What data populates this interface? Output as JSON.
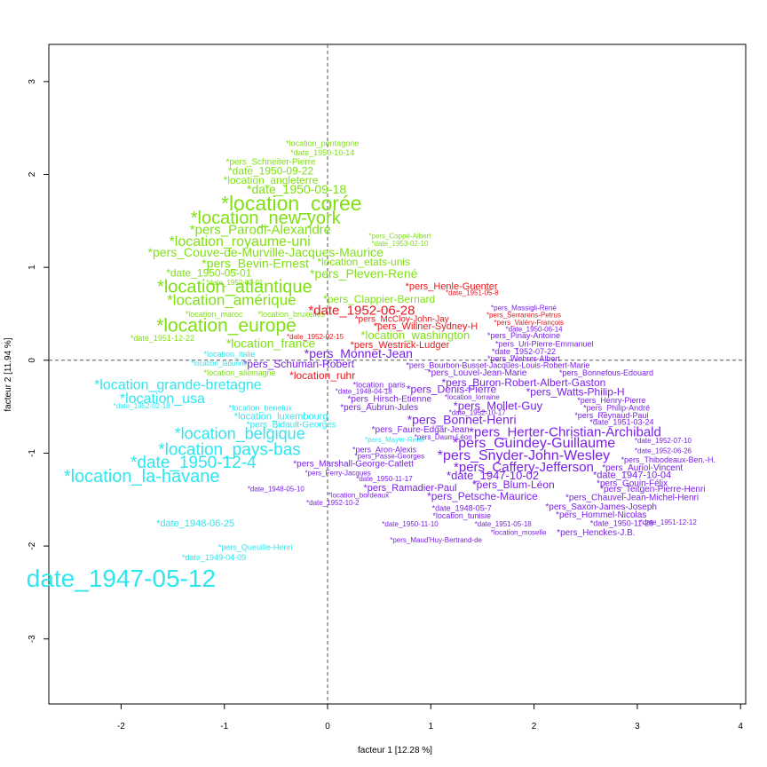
{
  "chart_data": {
    "type": "scatter",
    "title": "",
    "xlabel": "facteur 1 [12.28 %]",
    "ylabel": "facteur 2 [11.94 %]",
    "xlim": [
      -2.7,
      4.05
    ],
    "ylim": [
      -3.7,
      3.4
    ],
    "xticks": [
      -2,
      -1,
      0,
      1,
      2,
      3,
      4
    ],
    "yticks": [
      -3,
      -2,
      -1,
      0,
      1,
      2,
      3
    ],
    "reference_lines": [
      {
        "axis": "x",
        "value": 0,
        "style": "dashed"
      },
      {
        "axis": "y",
        "value": 0,
        "style": "dashed"
      }
    ],
    "colors": {
      "green": "#7fe014",
      "red": "#e8171c",
      "cyan": "#2ee6ee",
      "purple": "#7a20e8",
      "axis": "#000000",
      "refline": "#555555"
    },
    "points": [
      {
        "label": "*location_pentagone",
        "x": -0.05,
        "y": 2.33,
        "color": "green",
        "size": 9
      },
      {
        "label": "*date_1950-10-14",
        "x": -0.05,
        "y": 2.23,
        "color": "green",
        "size": 9
      },
      {
        "label": "*pers_Schneiter-Pierre",
        "x": -0.55,
        "y": 2.13,
        "color": "green",
        "size": 10
      },
      {
        "label": "*date_1950-09-22",
        "x": -0.55,
        "y": 2.03,
        "color": "green",
        "size": 12
      },
      {
        "label": "*location_angleterre",
        "x": -0.55,
        "y": 1.93,
        "color": "green",
        "size": 12
      },
      {
        "label": "*date_1950-09-18",
        "x": -0.3,
        "y": 1.83,
        "color": "green",
        "size": 14
      },
      {
        "label": "*location_corée",
        "x": -0.35,
        "y": 1.67,
        "color": "green",
        "size": 23
      },
      {
        "label": "*location_new-york",
        "x": -0.6,
        "y": 1.52,
        "color": "green",
        "size": 20
      },
      {
        "label": "*pers_Parodi-Alexandre",
        "x": -0.65,
        "y": 1.4,
        "color": "green",
        "size": 15
      },
      {
        "label": "*location_royaume-uni",
        "x": -0.85,
        "y": 1.27,
        "color": "green",
        "size": 16
      },
      {
        "label": "*pers_Couve-de-Murville-Jacques-Maurice",
        "x": -0.6,
        "y": 1.15,
        "color": "green",
        "size": 14
      },
      {
        "label": "*pers_Bevin-Ernest",
        "x": -0.7,
        "y": 1.03,
        "color": "green",
        "size": 14
      },
      {
        "label": "*date_1950-05-01",
        "x": -1.15,
        "y": 0.93,
        "color": "green",
        "size": 12
      },
      {
        "label": "*location_atlantique",
        "x": -0.9,
        "y": 0.78,
        "color": "green",
        "size": 20
      },
      {
        "label": "*location_amérique",
        "x": -0.93,
        "y": 0.64,
        "color": "green",
        "size": 17
      },
      {
        "label": "*location_europe",
        "x": -0.98,
        "y": 0.36,
        "color": "green",
        "size": 21
      },
      {
        "label": "*location_etats-unis",
        "x": 0.35,
        "y": 1.05,
        "color": "green",
        "size": 12
      },
      {
        "label": "*pers_Pleven-René",
        "x": 0.35,
        "y": 0.92,
        "color": "green",
        "size": 14
      },
      {
        "label": "*pers_Clappier-Bernard",
        "x": 0.5,
        "y": 0.65,
        "color": "green",
        "size": 12
      },
      {
        "label": "*location_washington",
        "x": 0.85,
        "y": 0.26,
        "color": "green",
        "size": 13
      },
      {
        "label": "*location_france",
        "x": -0.55,
        "y": 0.17,
        "color": "green",
        "size": 14
      },
      {
        "label": "*location_maroc",
        "x": -1.1,
        "y": 0.49,
        "color": "green",
        "size": 9
      },
      {
        "label": "*location_bruxelles",
        "x": -0.35,
        "y": 0.49,
        "color": "green",
        "size": 9
      },
      {
        "label": "*date_1952-02-01",
        "x": -0.9,
        "y": 0.83,
        "color": "green",
        "size": 8
      },
      {
        "label": "*date_1951-12-22",
        "x": -1.6,
        "y": 0.23,
        "color": "green",
        "size": 9
      },
      {
        "label": "*pers_Coppé-Albert",
        "x": 0.7,
        "y": 1.33,
        "color": "green",
        "size": 8
      },
      {
        "label": "*date_1953-02-10",
        "x": 0.7,
        "y": 1.25,
        "color": "green",
        "size": 8
      },
      {
        "label": "*location_allemagne",
        "x": -0.85,
        "y": -0.14,
        "color": "green",
        "size": 9
      },
      {
        "label": "*pers_Henle-Guenter",
        "x": 1.2,
        "y": 0.79,
        "color": "red",
        "size": 11
      },
      {
        "label": "*date_1951-05-8",
        "x": 1.4,
        "y": 0.72,
        "color": "red",
        "size": 8
      },
      {
        "label": "*date_1952-06-28",
        "x": 0.33,
        "y": 0.53,
        "color": "red",
        "size": 15
      },
      {
        "label": "*pers_McCloy-John-Jay",
        "x": 0.72,
        "y": 0.44,
        "color": "red",
        "size": 10
      },
      {
        "label": "*pers_Serrarens-Petrus",
        "x": 1.9,
        "y": 0.48,
        "color": "red",
        "size": 8
      },
      {
        "label": "*pers_Valéry-François",
        "x": 1.95,
        "y": 0.4,
        "color": "red",
        "size": 8
      },
      {
        "label": "*pers_Willner-Sydney-H",
        "x": 0.95,
        "y": 0.36,
        "color": "red",
        "size": 11
      },
      {
        "label": "*date_1952-02-15",
        "x": -0.12,
        "y": 0.25,
        "color": "red",
        "size": 8
      },
      {
        "label": "*pers_Westrick-Ludger",
        "x": 0.7,
        "y": 0.16,
        "color": "red",
        "size": 11
      },
      {
        "label": "*location_ruhr",
        "x": -0.05,
        "y": -0.17,
        "color": "red",
        "size": 12
      },
      {
        "label": "*pers_Massigli-René",
        "x": 1.9,
        "y": 0.56,
        "color": "purple",
        "size": 8
      },
      {
        "label": "*date_1950-06-14",
        "x": 2.0,
        "y": 0.33,
        "color": "purple",
        "size": 8
      },
      {
        "label": "*pers_Pinay-Antoine",
        "x": 1.9,
        "y": 0.26,
        "color": "purple",
        "size": 9
      },
      {
        "label": "*pers_Uri-Pierre-Emmanuel",
        "x": 2.1,
        "y": 0.17,
        "color": "purple",
        "size": 9
      },
      {
        "label": "*date_1952-07-22",
        "x": 1.9,
        "y": 0.09,
        "color": "purple",
        "size": 9
      },
      {
        "label": "*pers_Wehrer-Albert",
        "x": 1.9,
        "y": 0.01,
        "color": "purple",
        "size": 9
      },
      {
        "label": "*pers_Monnet-Jean",
        "x": 0.3,
        "y": 0.06,
        "color": "purple",
        "size": 14
      },
      {
        "label": "*pers_Schuman-Robert",
        "x": -0.28,
        "y": -0.05,
        "color": "purple",
        "size": 12
      },
      {
        "label": "*pers_Bourbon-Busset-Jacques-Louis-Robert-Marie",
        "x": 1.65,
        "y": -0.06,
        "color": "purple",
        "size": 9
      },
      {
        "label": "*pers_Louvel-Jean-Marie",
        "x": 1.45,
        "y": -0.14,
        "color": "purple",
        "size": 10
      },
      {
        "label": "*pers_Bonnefous-Edouard",
        "x": 2.7,
        "y": -0.14,
        "color": "purple",
        "size": 9
      },
      {
        "label": "*pers_Buron-Robert-Albert-Gaston",
        "x": 1.9,
        "y": -0.25,
        "color": "purple",
        "size": 12
      },
      {
        "label": "*location_paris",
        "x": 0.5,
        "y": -0.27,
        "color": "purple",
        "size": 9
      },
      {
        "label": "*date_1948-04-18",
        "x": 0.35,
        "y": -0.34,
        "color": "purple",
        "size": 8
      },
      {
        "label": "*pers_Denis-Pierre",
        "x": 1.2,
        "y": -0.32,
        "color": "purple",
        "size": 12
      },
      {
        "label": "*pers_Watts-Philip-H",
        "x": 2.4,
        "y": -0.35,
        "color": "purple",
        "size": 12
      },
      {
        "label": "*pers_Hirsch-Etienne",
        "x": 0.6,
        "y": -0.42,
        "color": "purple",
        "size": 10
      },
      {
        "label": "*location_lorraine",
        "x": 1.4,
        "y": -0.4,
        "color": "purple",
        "size": 8
      },
      {
        "label": "*pers_Henry-Pierre",
        "x": 2.75,
        "y": -0.44,
        "color": "purple",
        "size": 9
      },
      {
        "label": "*pers_Mollet-Guy",
        "x": 1.65,
        "y": -0.5,
        "color": "purple",
        "size": 13
      },
      {
        "label": "*pers_Aubrun-Jules",
        "x": 0.5,
        "y": -0.51,
        "color": "purple",
        "size": 10
      },
      {
        "label": "*pers_Philip-André",
        "x": 2.8,
        "y": -0.52,
        "color": "purple",
        "size": 9
      },
      {
        "label": "*date_1952-10-17",
        "x": 1.45,
        "y": -0.57,
        "color": "purple",
        "size": 8
      },
      {
        "label": "*pers_Reynaud-Paul",
        "x": 2.75,
        "y": -0.6,
        "color": "purple",
        "size": 9
      },
      {
        "label": "*pers_Bonnet-Henri",
        "x": 1.3,
        "y": -0.65,
        "color": "purple",
        "size": 14
      },
      {
        "label": "*date_1951-03-24",
        "x": 2.85,
        "y": -0.67,
        "color": "purple",
        "size": 9
      },
      {
        "label": "*pers_Faure-Edgar-Jean",
        "x": 0.9,
        "y": -0.75,
        "color": "purple",
        "size": 10
      },
      {
        "label": "*pers_Herter-Christian-Archibald",
        "x": 2.3,
        "y": -0.78,
        "color": "purple",
        "size": 15
      },
      {
        "label": "*pers_Daum-Léon",
        "x": 1.12,
        "y": -0.83,
        "color": "purple",
        "size": 8
      },
      {
        "label": "*pers_Guindey-Guillaume",
        "x": 2.0,
        "y": -0.9,
        "color": "purple",
        "size": 16
      },
      {
        "label": "*date_1952-07-10",
        "x": 3.25,
        "y": -0.87,
        "color": "purple",
        "size": 8
      },
      {
        "label": "*pers_Aron-Alexis",
        "x": 0.55,
        "y": -0.97,
        "color": "purple",
        "size": 9
      },
      {
        "label": "*pers_Passe-Georges",
        "x": 0.6,
        "y": -1.04,
        "color": "purple",
        "size": 8
      },
      {
        "label": "*pers_Snyder-John-Wesley",
        "x": 1.9,
        "y": -1.03,
        "color": "purple",
        "size": 16
      },
      {
        "label": "*date_1952-06-26",
        "x": 3.25,
        "y": -0.98,
        "color": "purple",
        "size": 8
      },
      {
        "label": "*pers_Thibodeaux-Ben.-H.",
        "x": 3.3,
        "y": -1.08,
        "color": "purple",
        "size": 9
      },
      {
        "label": "*pers_Marshall-George-Catlett",
        "x": 0.25,
        "y": -1.12,
        "color": "purple",
        "size": 10
      },
      {
        "label": "*pers_Caffery-Jefferson",
        "x": 1.9,
        "y": -1.16,
        "color": "purple",
        "size": 15
      },
      {
        "label": "*pers_Auriol-Vincent",
        "x": 3.05,
        "y": -1.16,
        "color": "purple",
        "size": 10
      },
      {
        "label": "*pers_Ferry-Jacques",
        "x": 0.1,
        "y": -1.22,
        "color": "purple",
        "size": 8
      },
      {
        "label": "*date_1950-11-17",
        "x": 0.55,
        "y": -1.28,
        "color": "purple",
        "size": 8
      },
      {
        "label": "*date_1947-10-02",
        "x": 1.6,
        "y": -1.25,
        "color": "purple",
        "size": 13
      },
      {
        "label": "*date_1947-10-04",
        "x": 2.95,
        "y": -1.24,
        "color": "purple",
        "size": 11
      },
      {
        "label": "*pers_Gouin-Félix",
        "x": 2.95,
        "y": -1.33,
        "color": "purple",
        "size": 10
      },
      {
        "label": "*pers_Blum-Léon",
        "x": 1.8,
        "y": -1.35,
        "color": "purple",
        "size": 12
      },
      {
        "label": "*pers_Teitgen-Pierre-Henri",
        "x": 3.15,
        "y": -1.39,
        "color": "purple",
        "size": 10
      },
      {
        "label": "*pers_Ramadier-Paul",
        "x": 0.8,
        "y": -1.38,
        "color": "purple",
        "size": 11
      },
      {
        "label": "*pers_Petsche-Maurice",
        "x": 1.5,
        "y": -1.47,
        "color": "purple",
        "size": 12
      },
      {
        "label": "*pers_Chauvel-Jean-Michel-Henri",
        "x": 2.95,
        "y": -1.48,
        "color": "purple",
        "size": 10
      },
      {
        "label": "*location_bordeaux",
        "x": 0.3,
        "y": -1.46,
        "color": "purple",
        "size": 8
      },
      {
        "label": "*date_1952-10-2",
        "x": 0.05,
        "y": -1.54,
        "color": "purple",
        "size": 8
      },
      {
        "label": "*pers_Saxon-James-Joseph",
        "x": 2.65,
        "y": -1.58,
        "color": "purple",
        "size": 10
      },
      {
        "label": "*date_1948-05-7",
        "x": 1.3,
        "y": -1.6,
        "color": "purple",
        "size": 9
      },
      {
        "label": "*pers_Hommel-Nicolas",
        "x": 2.65,
        "y": -1.67,
        "color": "purple",
        "size": 10
      },
      {
        "label": "*location_tunisie",
        "x": 1.3,
        "y": -1.68,
        "color": "purple",
        "size": 9
      },
      {
        "label": "*date_1950-11-10",
        "x": 0.8,
        "y": -1.77,
        "color": "purple",
        "size": 8
      },
      {
        "label": "*date_1951-05-18",
        "x": 1.7,
        "y": -1.77,
        "color": "purple",
        "size": 8
      },
      {
        "label": "*date_1950-11-28",
        "x": 2.85,
        "y": -1.76,
        "color": "purple",
        "size": 9
      },
      {
        "label": "*date_1951-12-12",
        "x": 3.3,
        "y": -1.75,
        "color": "purple",
        "size": 8
      },
      {
        "label": "*location_moselle",
        "x": 1.85,
        "y": -1.86,
        "color": "purple",
        "size": 8
      },
      {
        "label": "*pers_Henckes-J.B.",
        "x": 2.6,
        "y": -1.86,
        "color": "purple",
        "size": 10
      },
      {
        "label": "*pers_Maud'Huy-Bertrand-de",
        "x": 1.05,
        "y": -1.94,
        "color": "purple",
        "size": 8
      },
      {
        "label": "*date_1948-05-10",
        "x": -0.5,
        "y": -1.39,
        "color": "purple",
        "size": 8
      },
      {
        "label": "*location_italie",
        "x": -0.95,
        "y": 0.06,
        "color": "cyan",
        "size": 9
      },
      {
        "label": "*location_labunne",
        "x": -1.05,
        "y": -0.04,
        "color": "cyan",
        "size": 8
      },
      {
        "label": "*location_grande-bretagne",
        "x": -1.45,
        "y": -0.27,
        "color": "cyan",
        "size": 16
      },
      {
        "label": "*location_usa",
        "x": -1.6,
        "y": -0.42,
        "color": "cyan",
        "size": 16
      },
      {
        "label": "*date_1952-02-18",
        "x": -1.8,
        "y": -0.5,
        "color": "cyan",
        "size": 8
      },
      {
        "label": "*location_benelux",
        "x": -0.65,
        "y": -0.52,
        "color": "cyan",
        "size": 9
      },
      {
        "label": "*location_luxembourg",
        "x": -0.45,
        "y": -0.61,
        "color": "cyan",
        "size": 11
      },
      {
        "label": "*pers_Bidault-Georges",
        "x": -0.35,
        "y": -0.7,
        "color": "cyan",
        "size": 10
      },
      {
        "label": "*location_belgique",
        "x": -0.85,
        "y": -0.8,
        "color": "cyan",
        "size": 18
      },
      {
        "label": "*pers_Mayer-René",
        "x": 0.65,
        "y": -0.86,
        "color": "cyan",
        "size": 8
      },
      {
        "label": "*location_pays-bas",
        "x": -0.95,
        "y": -0.97,
        "color": "cyan",
        "size": 19
      },
      {
        "label": "*date_1950-12-4",
        "x": -1.3,
        "y": -1.11,
        "color": "cyan",
        "size": 19
      },
      {
        "label": "*location_la-havane",
        "x": -1.8,
        "y": -1.26,
        "color": "cyan",
        "size": 20
      },
      {
        "label": "*date_1948-06-25",
        "x": -1.28,
        "y": -1.76,
        "color": "cyan",
        "size": 11
      },
      {
        "label": "*pers_Queuille-Henri",
        "x": -0.7,
        "y": -2.02,
        "color": "cyan",
        "size": 9
      },
      {
        "label": "*date_1949-04-09",
        "x": -1.1,
        "y": -2.13,
        "color": "cyan",
        "size": 9
      },
      {
        "label": "date_1947-05-12",
        "x": -2.0,
        "y": -2.37,
        "color": "cyan",
        "size": 28
      }
    ]
  }
}
